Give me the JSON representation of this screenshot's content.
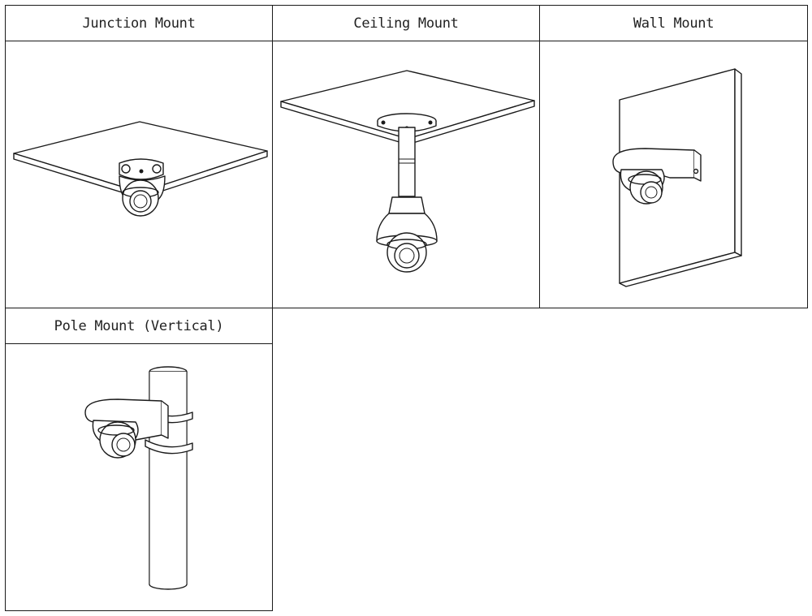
{
  "panels": [
    {
      "id": "junction",
      "title": "Junction Mount",
      "icon": "junction-mount-illustration"
    },
    {
      "id": "ceiling",
      "title": "Ceiling Mount",
      "icon": "ceiling-mount-illustration"
    },
    {
      "id": "wall",
      "title": "Wall Mount",
      "icon": "wall-mount-illustration"
    },
    {
      "id": "pole",
      "title": "Pole Mount (Vertical)",
      "icon": "pole-mount-vertical-illustration"
    }
  ],
  "colors": {
    "line": "#1a1a1a",
    "background": "#ffffff"
  }
}
